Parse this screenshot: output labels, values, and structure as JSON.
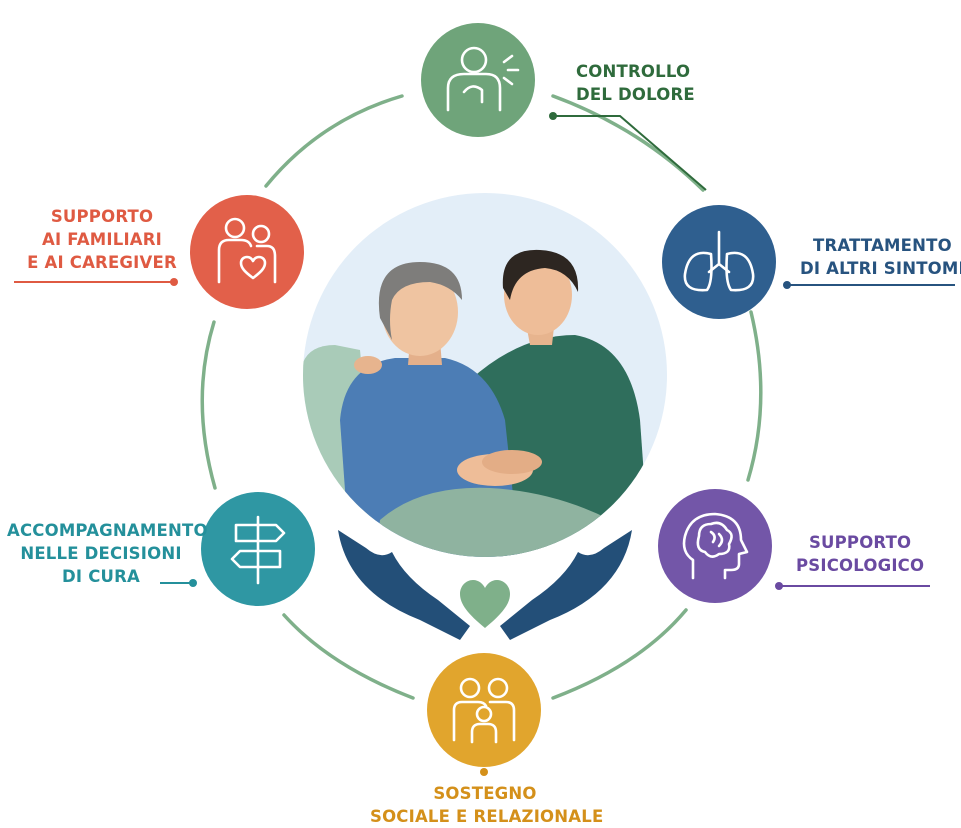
{
  "diagram": {
    "nodes": [
      {
        "id": "pain",
        "lines": [
          "CONTROLLO",
          "DEL DOLORE"
        ],
        "icon": "person-pain-icon",
        "color": "#6fa47a",
        "text_color": "#2f6b3c"
      },
      {
        "id": "symptoms",
        "lines": [
          "TRATTAMENTO",
          "DI ALTRI SINTOMI"
        ],
        "icon": "lungs-icon",
        "color": "#2f5f8f",
        "text_color": "#27537f"
      },
      {
        "id": "psych",
        "lines": [
          "SUPPORTO",
          "PSICOLOGICO"
        ],
        "icon": "head-brain-icon",
        "color": "#7356a8",
        "text_color": "#6a4aa1"
      },
      {
        "id": "social",
        "lines": [
          "SOSTEGNO",
          "SOCIALE E RELAZIONALE"
        ],
        "icon": "family-group-icon",
        "color": "#e1a52d",
        "text_color": "#d4901a"
      },
      {
        "id": "decisions",
        "lines": [
          "ACCOMPAGNAMENTO",
          "NELLE DECISIONI",
          "DI CURA"
        ],
        "icon": "signpost-icon",
        "color": "#2f97a3",
        "text_color": "#24909b"
      },
      {
        "id": "family",
        "lines": [
          "SUPPORTO",
          "AI FAMILIARI",
          "E AI CAREGIVER"
        ],
        "icon": "caregivers-heart-icon",
        "color": "#e2604a",
        "text_color": "#df5a42"
      }
    ],
    "center": {
      "illustration": "caregiver-holding-patient-hands-illustration",
      "hands_icon": "caring-hands-icon",
      "heart_icon": "heart-icon",
      "ring_color": "#7fb08a",
      "backdrop_color": "#e3eef8",
      "hands_color": "#234f78",
      "heart_color": "#7fb08a"
    }
  }
}
